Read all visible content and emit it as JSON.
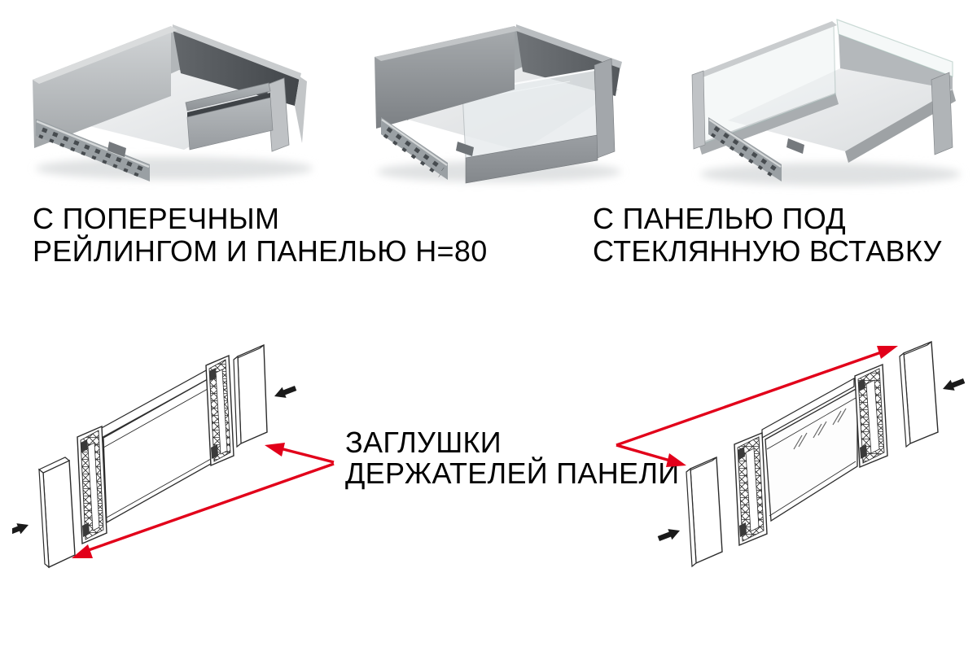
{
  "captions": {
    "crossrail": {
      "lines": [
        "С ПОПЕРЕЧНЫМ",
        "РЕЙЛИНГОМ И ПАНЕЛЬЮ Н=80"
      ]
    },
    "glass_insert": {
      "lines": [
        "С ПАНЕЛЬЮ ПОД",
        "СТЕКЛЯННУЮ ВСТАВКУ"
      ]
    },
    "plugs": {
      "lines": [
        "ЗАГЛУШКИ",
        "ДЕРЖАТЕЛЕЙ ПАНЕЛИ"
      ]
    }
  },
  "colors": {
    "accent_red": "#e2001a",
    "outline": "#2b2b2b",
    "black_arrow": "#1a1a1a",
    "text": "#000000",
    "steel_light": "#cdd0d2",
    "steel_mid": "#aeb2b5",
    "steel_dark": "#55595d",
    "glass": "#e9eef0"
  },
  "icons": {
    "red_pointer_arrow": "red leader line with solid triangular head",
    "insert_direction_arrow": "short solid black arrow (cap insertion direction)"
  }
}
